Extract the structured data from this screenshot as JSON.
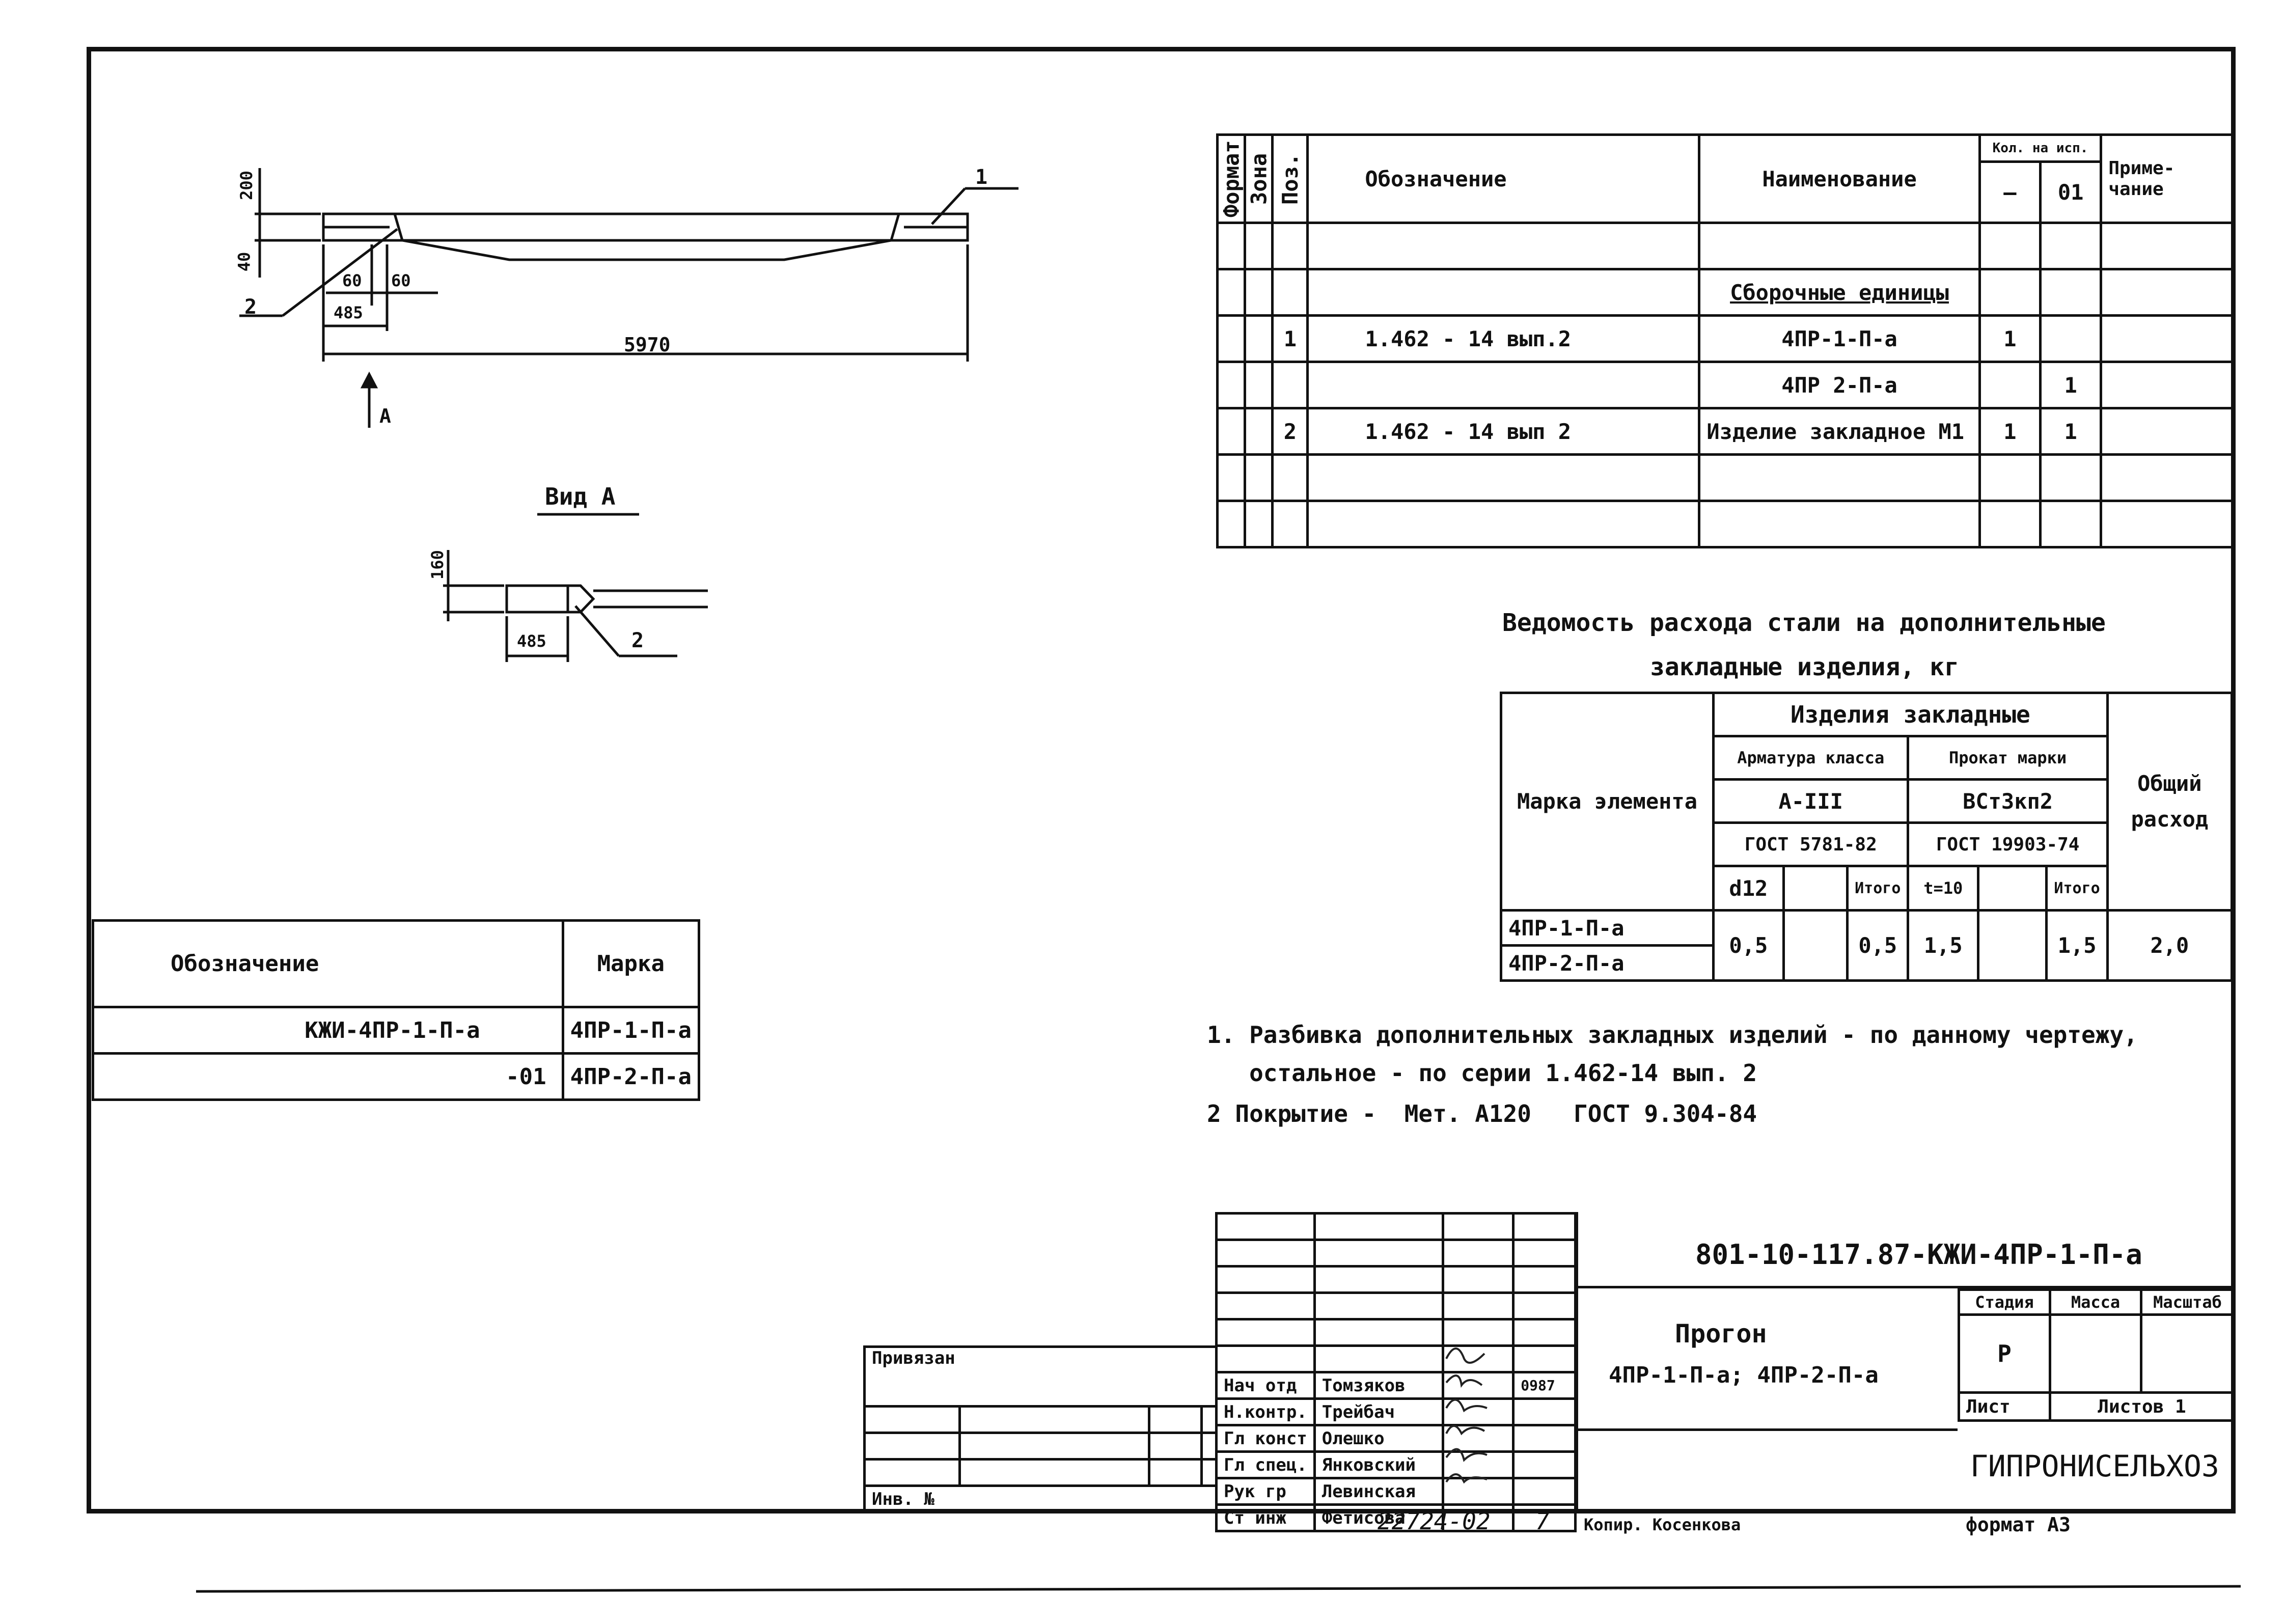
{
  "drawing": {
    "main_view": {
      "dims": {
        "top": "200",
        "side": "40",
        "left_a": "60",
        "left_b": "60",
        "span_small": "485",
        "span_total": "5970"
      },
      "callouts": {
        "one": "1",
        "two": "2"
      },
      "view_arrow_label": "A"
    },
    "view_a": {
      "title": "Вид А",
      "dims": {
        "height": "160",
        "span": "485"
      },
      "callout": "2"
    }
  },
  "spec_table": {
    "headers": {
      "format": "Формат",
      "zone": "Зона",
      "pos": "Поз.",
      "designation": "Обозначение",
      "name": "Наименование",
      "qty": "Кол. на исп.",
      "qty_dash": "—",
      "qty_01": "01",
      "note": "Приме- чание"
    },
    "rows": [
      {
        "pos": "",
        "designation": "",
        "name": "",
        "q1": "",
        "q2": ""
      },
      {
        "pos": "",
        "designation": "",
        "name": "Сборочные единицы",
        "q1": "",
        "q2": ""
      },
      {
        "pos": "1",
        "designation": "1.462 - 14  вып.2",
        "name": "4ПР-1-П-а",
        "q1": "1",
        "q2": ""
      },
      {
        "pos": "",
        "designation": "",
        "name": "4ПР 2-П-а",
        "q1": "",
        "q2": "1"
      },
      {
        "pos": "2",
        "designation": "1.462 - 14  вып 2",
        "name": "Изделие закладное М1",
        "q1": "1",
        "q2": "1"
      },
      {
        "pos": "",
        "designation": "",
        "name": "",
        "q1": "",
        "q2": ""
      },
      {
        "pos": "",
        "designation": "",
        "name": "",
        "q1": "",
        "q2": ""
      }
    ]
  },
  "steel_table": {
    "title_line1": "Ведомость расхода стали на дополнительные",
    "title_line2": "закладные изделия, кг",
    "h_mark": "Марка элемента",
    "h_items": "Изделия закладные",
    "h_rebar": "Арматура класса",
    "h_rolled": "Прокат марки",
    "h_rebar_class": "А-III",
    "h_rolled_grade": "ВСт3кп2",
    "h_rebar_gost": "ГОСТ 5781-82",
    "h_rolled_gost": "ГОСТ 19903-74",
    "h_d12": "d12",
    "h_total1": "Итого",
    "h_t": "t=10",
    "h_total2": "Итого",
    "h_overall": "Общий расход",
    "row_marks": [
      "4ПР-1-П-а",
      "4ПР-2-П-а"
    ],
    "v_d12": "0,5",
    "v_total1": "0,5",
    "v_t": "1,5",
    "v_total2": "1,5",
    "v_overall": "2,0"
  },
  "notes": [
    "1. Разбивка дополнительных закладных изделий - по данному чертежу,",
    "   остальное - по серии 1.462-14 вып. 2",
    "2 Покрытие -  Мет. А120   ГОСТ 9.304-84"
  ],
  "marks_table": {
    "h_designation": "Обозначение",
    "h_mark": "Марка",
    "rows": [
      {
        "designation": "КЖИ-4ПР-1-П-а",
        "mark": "4ПР-1-П-а"
      },
      {
        "designation": "-01",
        "mark": "4ПР-2-П-а"
      }
    ]
  },
  "title_block": {
    "code": "801-10-117.87-КЖИ-4ПР-1-П-а",
    "title": "Прогон",
    "subtitle": "4ПР-1-П-а; 4ПР-2-П-а",
    "h_stage": "Стадия",
    "h_mass": "Масса",
    "h_scale": "Масштаб",
    "stage": "Р",
    "sheet": "Лист",
    "sheets": "Листов 1",
    "org": "ГИПРОНИСЕЛЬХОЗ",
    "linked": "Привязан",
    "inv": "Инв. №",
    "date": "0987",
    "staff": [
      {
        "role": "Нач отд",
        "name": "Томзяков"
      },
      {
        "role": "Н.контр.",
        "name": "Трейбач"
      },
      {
        "role": "Гл конст",
        "name": "Олешко"
      },
      {
        "role": "Гл спец.",
        "name": "Янковский"
      },
      {
        "role": "Рук гр",
        "name": "Левинская"
      },
      {
        "role": "Ст инж",
        "name": "Фетисова"
      }
    ]
  },
  "footer": {
    "number": "22724-02",
    "sheet_no": "7",
    "copied": "Копир. Косенкова",
    "format": "формат А3"
  }
}
